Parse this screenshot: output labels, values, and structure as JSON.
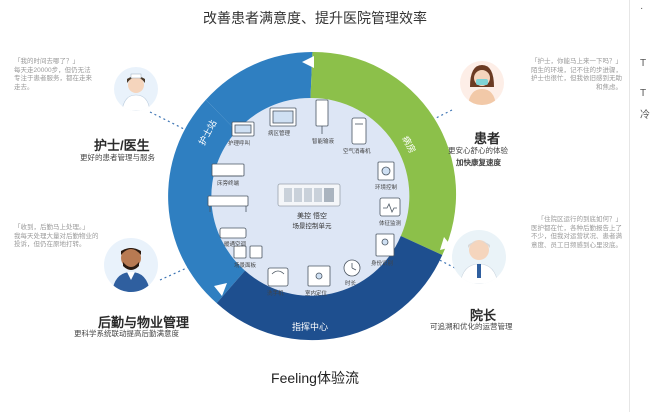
{
  "header": {
    "title": "改善患者满意度、提升医院管理效率"
  },
  "footer": {
    "caption": "Feeling体验流"
  },
  "ring": {
    "segments": [
      {
        "label": "护士站",
        "color": "#2f7fc1"
      },
      {
        "label": "病房",
        "color": "#8cc04a"
      },
      {
        "label": "指挥中心",
        "color": "#1e4f8f"
      }
    ],
    "center": {
      "line1": "美控 悟空",
      "line2": "场景控制单元"
    }
  },
  "devices": [
    {
      "id": "ward-call",
      "label": "护理呼叫"
    },
    {
      "id": "ward-mgmt",
      "label": "病区管理"
    },
    {
      "id": "infusion",
      "label": "智能输液"
    },
    {
      "id": "air-purifier",
      "label": "空气消毒机"
    },
    {
      "id": "bedside",
      "label": "床旁终端"
    },
    {
      "id": "env-control",
      "label": "环境控制"
    },
    {
      "id": "hvac",
      "label": "暖通空调"
    },
    {
      "id": "vitals",
      "label": "体征监测"
    },
    {
      "id": "scene-panel",
      "label": "场景面板"
    },
    {
      "id": "identity",
      "label": "身份识别"
    },
    {
      "id": "hand-wash",
      "label": "洗手机"
    },
    {
      "id": "indoor-loc",
      "label": "室内定位"
    },
    {
      "id": "duration",
      "label": "时长"
    }
  ],
  "roles": {
    "nurse": {
      "quote": "「我的时间去哪了？」\n每天走20000步，但仍无法\n专注于患者服务，都在走来\n走去。",
      "name": "护士/医生",
      "desc": "更好的患者管理与服务"
    },
    "patient": {
      "quote": "「护士，你能马上来一下吗？」\n陌生的环境，记不住的步进骤，\n护士也很忙，但我依旧感到无助\n和焦虑。",
      "name": "患者",
      "desc1": "更安心舒心的体验",
      "desc2": "加快康复速度"
    },
    "logistics": {
      "quote": "「收到，后勤马上处理。」\n我每天处理大量对后勤物业的\n投诉，但仍在原地打转。",
      "name": "后勤与物业管理",
      "desc": "更科学系统联动提高后勤满意度"
    },
    "director": {
      "quote": "「住院区运行的到底如何？」\n医护都在忙，各种后勤报告上了\n不少，但我对运营状况、患者满\n意度、员工日频感到心里没底。",
      "name": "院长",
      "desc": "可追溯和优化的运营管理"
    }
  },
  "sidebar": {
    "items": [
      "·",
      "T",
      "T",
      "冷"
    ]
  },
  "colors": {
    "primary": "#2f7fc1",
    "green": "#8cc04a",
    "navy": "#1e4f8f",
    "inner": "#dde6f5"
  }
}
